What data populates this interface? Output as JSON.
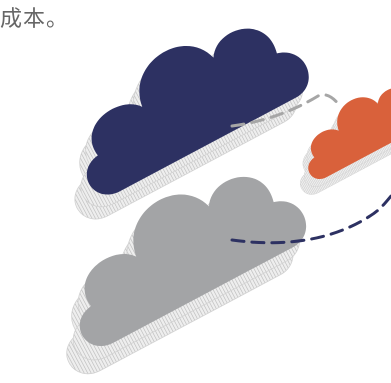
{
  "caption": {
    "text": "成本。"
  },
  "illustration": {
    "clouds": [
      {
        "name": "navy-cloud",
        "color": "#2d3162"
      },
      {
        "name": "orange-cloud",
        "color": "#d9613b"
      },
      {
        "name": "gray-cloud",
        "color": "#a3a4a6"
      }
    ],
    "connectors": [
      {
        "name": "connector-navy-to-orange",
        "color": "#a6a6a6",
        "style": "dashed"
      },
      {
        "name": "connector-gray-to-orange",
        "color": "#2d3162",
        "style": "dashed"
      }
    ],
    "side_color": "#eeeeee",
    "side_stripe_color": "#b9b9b9"
  }
}
